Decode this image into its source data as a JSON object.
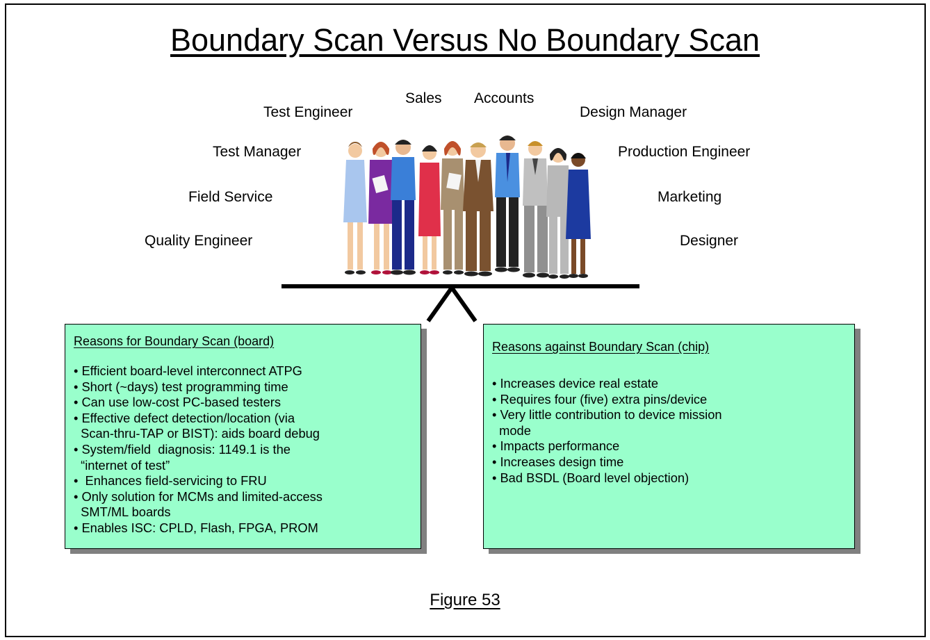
{
  "title": "Boundary Scan Versus No Boundary Scan",
  "roles": {
    "sales": "Sales",
    "accounts": "Accounts",
    "test_engineer": "Test Engineer",
    "design_manager": "Design Manager",
    "test_manager": "Test Manager",
    "production_engineer": "Production Engineer",
    "field_service": "Field Service",
    "marketing": "Marketing",
    "quality_engineer": "Quality Engineer",
    "designer": "Designer"
  },
  "for_box": {
    "heading": "Reasons for Boundary Scan (board)",
    "items": [
      "• Efficient board-level interconnect ATPG",
      "• Short (~days) test programming time",
      "• Can use low-cost PC-based testers",
      "• Effective defect detection/location (via",
      "  Scan-thru-TAP or BIST): aids board debug",
      "• System/field  diagnosis: 1149.1 is the",
      "  “internet of test”",
      "•  Enhances field-servicing to FRU",
      "• Only solution for MCMs and limited-access",
      "  SMT/ML boards",
      "• Enables ISC: CPLD, Flash, FPGA, PROM"
    ]
  },
  "against_box": {
    "heading": "Reasons against Boundary Scan (chip)",
    "items": [
      "• Increases device real estate",
      "• Requires four (five) extra pins/device",
      "• Very little contribution to device mission",
      "  mode",
      "• Impacts performance",
      "• Increases design time",
      "• Bad BSDL (Board level objection)"
    ]
  },
  "figure_caption": "Figure 53"
}
